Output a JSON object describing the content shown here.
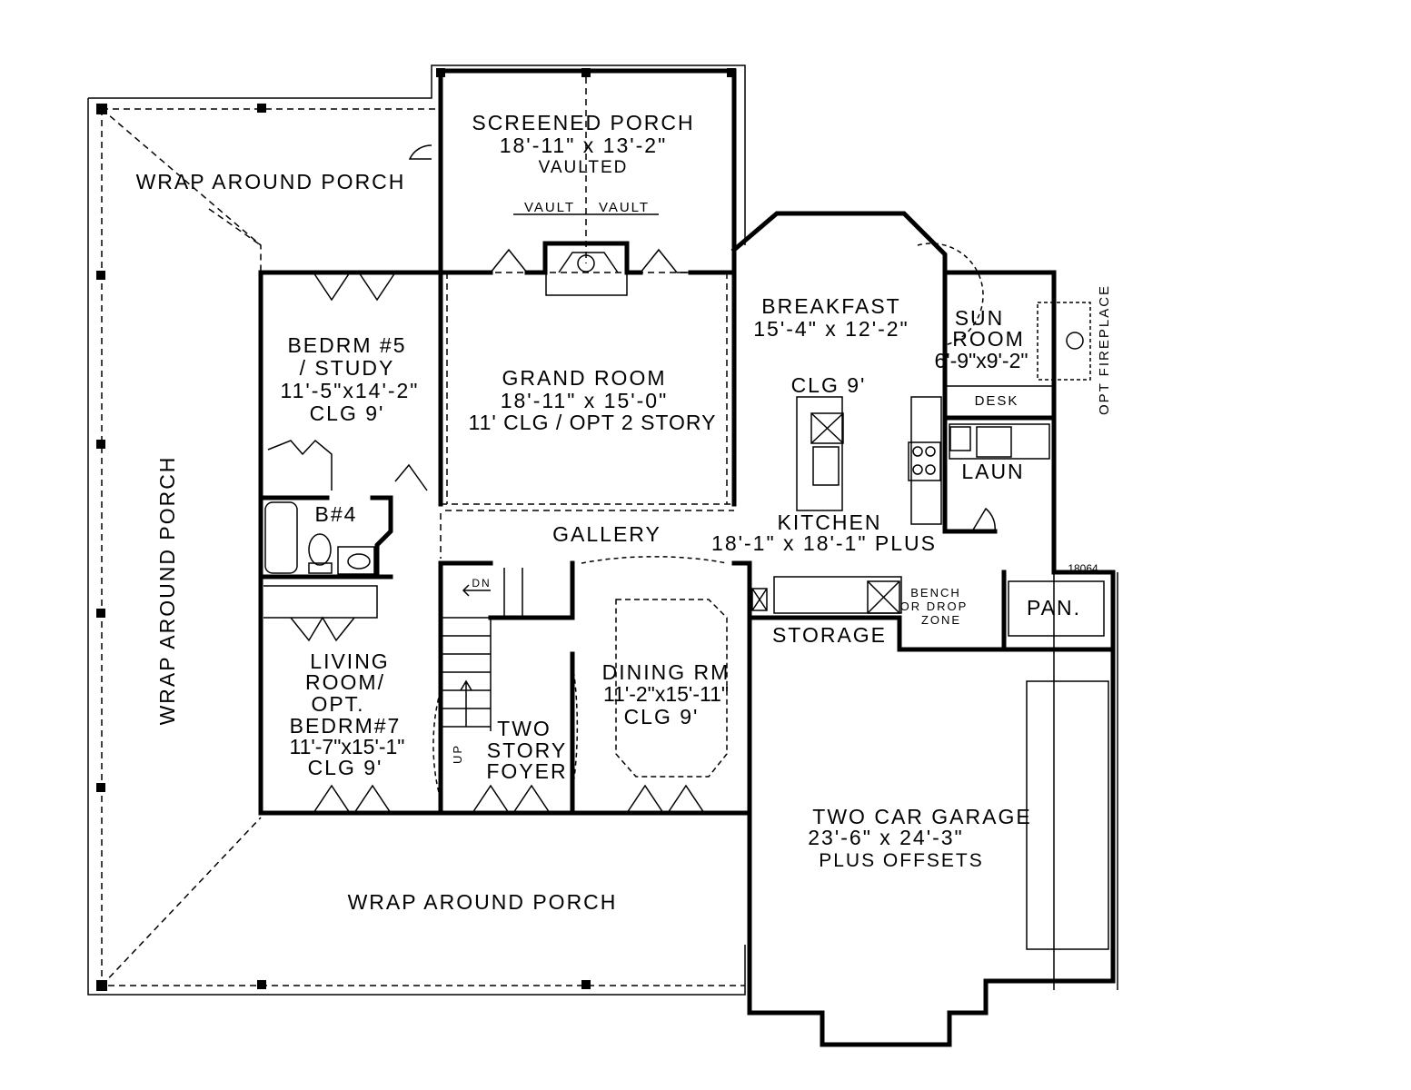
{
  "plan_number": "18064",
  "rooms": {
    "screened_porch": [
      "SCREENED PORCH",
      "18'-11\" x 13'-2\"",
      "VAULTED"
    ],
    "vault_left": "VAULT",
    "vault_right": "VAULT",
    "wrap_porch_top": "WRAP AROUND PORCH",
    "wrap_porch_side": "WRAP AROUND PORCH",
    "wrap_porch_bottom": "WRAP AROUND PORCH",
    "bedroom5": [
      "BEDRM #5",
      "/ STUDY",
      "11'-5\"x14'-2\"",
      "CLG 9'"
    ],
    "grand_room": [
      "GRAND ROOM",
      "18'-11\" x 15'-0\"",
      "11' CLG / OPT 2 STORY"
    ],
    "breakfast": [
      "BREAKFAST",
      "15'-4\" x 12'-2\""
    ],
    "sun_room": [
      "SUN",
      "ROOM",
      "6'-9\"x9'-2\""
    ],
    "opt_fireplace": "OPT FIREPLACE",
    "desk": "DESK",
    "clg_kitchen": "CLG 9'",
    "laundry": "LAUN",
    "kitchen": [
      "KITCHEN",
      "18'-1\" x 18'-1\" PLUS"
    ],
    "bath4": "B#4",
    "gallery": "GALLERY",
    "stair_down": "DN",
    "stair_up": "UP",
    "bench": [
      "BENCH",
      "OR DROP",
      "ZONE"
    ],
    "pantry": "PAN.",
    "storage": "STORAGE",
    "living_room": [
      "LIVING",
      "ROOM/",
      "OPT.",
      "BEDRM#7",
      "11'-7\"x15'-1\"",
      "CLG 9'"
    ],
    "foyer": [
      "TWO",
      "STORY",
      "FOYER"
    ],
    "dining": [
      "DINING RM",
      "11'-2\"x15'-11\"",
      "CLG 9'"
    ],
    "garage": [
      "TWO CAR GARAGE",
      "23'-6\" x 24'-3\"",
      "PLUS OFFSETS"
    ]
  }
}
